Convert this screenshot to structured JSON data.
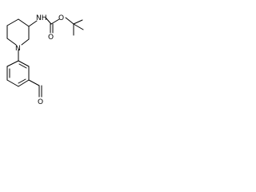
{
  "molecule": {
    "atoms": {
      "nh": "NH",
      "carbonyl_o": "O",
      "ester_o": "O",
      "ring_n": "N",
      "aldehyde_o": "O"
    }
  }
}
